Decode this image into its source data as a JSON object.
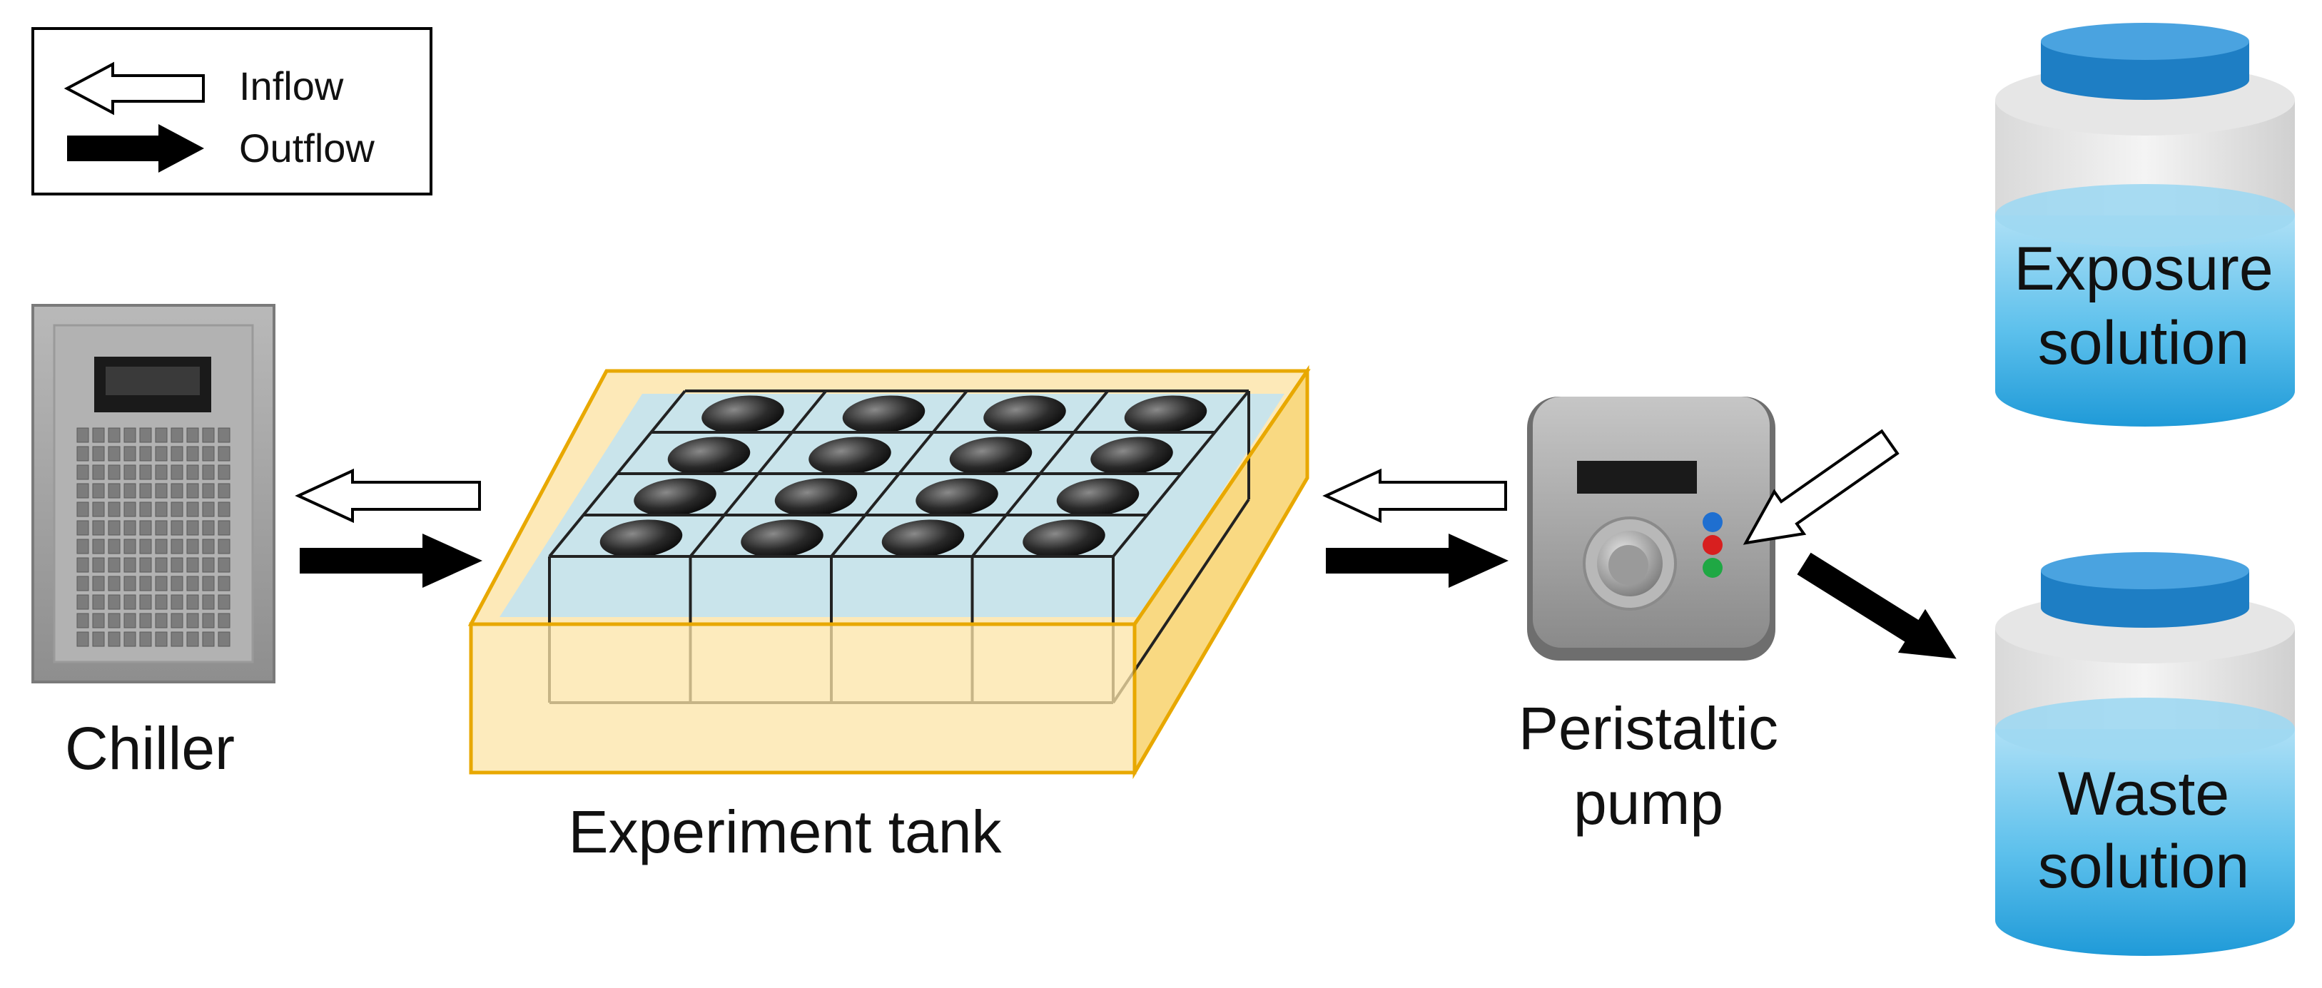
{
  "legend": {
    "inflow": "Inflow",
    "outflow": "Outflow"
  },
  "components": {
    "chiller": "Chiller",
    "tank": "Experiment tank",
    "pump_line1": "Peristaltic",
    "pump_line2": "pump",
    "exposure_line1": "Exposure",
    "exposure_line2": "solution",
    "waste_line1": "Waste",
    "waste_line2": "solution"
  },
  "colors": {
    "tank_frame": "#e8a800",
    "tank_fill": "#fde5a8",
    "water": "#bfe3f3",
    "jar_cap": "#1e7ec4",
    "jar_liquid": "#4cb4e6",
    "device_gray": "#9a9a9a",
    "arrow_outflow": "#000000",
    "arrow_inflow": "#ffffff"
  }
}
